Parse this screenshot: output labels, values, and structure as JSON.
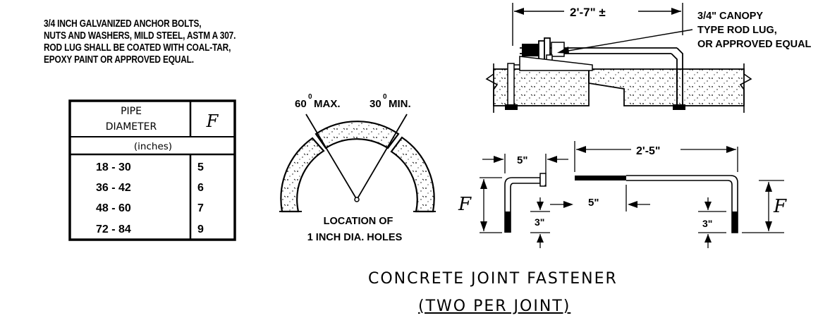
{
  "notes": [
    "3/4 INCH GALVANIZED ANCHOR BOLTS,",
    "NUTS AND WASHERS, MILD STEEL, ASTM A 307.",
    "ROD LUG SHALL BE COATED WITH COAL-TAR,",
    "EPOXY PAINT OR APPROVED EQUAL."
  ],
  "table": {
    "header_pipe_line1": "PIPE",
    "header_pipe_line2": "DIAMETER",
    "header_f": "F",
    "units": "(inches)",
    "rows": [
      {
        "range": "18 - 30",
        "f": "5"
      },
      {
        "range": "36 - 42",
        "f": "6"
      },
      {
        "range": "48 - 60",
        "f": "7"
      },
      {
        "range": "72 - 84",
        "f": "9"
      }
    ]
  },
  "arc_diagram": {
    "label_max": "60",
    "label_max_suffix": " MAX.",
    "label_min": "30",
    "label_min_suffix": " MIN.",
    "degree_sym": "0",
    "location_line1": "LOCATION OF",
    "location_line2": "1 INCH DIA. HOLES"
  },
  "section": {
    "dim_top": "2'-7\" ±",
    "callout_line1": "3/4\" CANOPY",
    "callout_line2": "TYPE ROD LUG,",
    "callout_line3": "OR APPROVED EQUAL"
  },
  "parts": {
    "dim_5_left": "5\"",
    "dim_2_5": "2'-5\"",
    "dim_5_mid": "5\"",
    "dim_3_left": "3\"",
    "dim_3_right": "3\"",
    "f_left": "F",
    "f_right": "F"
  },
  "title": "CONCRETE JOINT FASTENER",
  "subtitle": "(TWO PER JOINT)"
}
